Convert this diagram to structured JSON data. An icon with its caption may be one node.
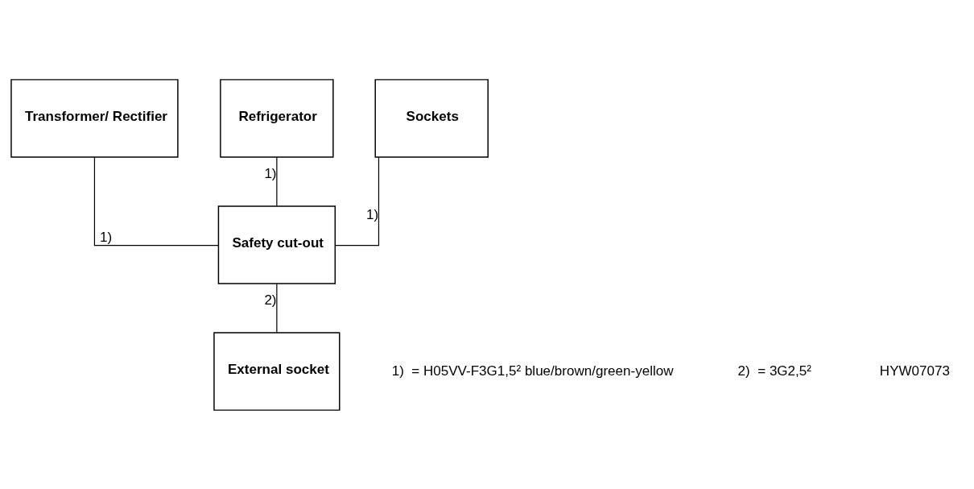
{
  "diagram": {
    "nodes": [
      {
        "text": [
          "Transformer/ Rectifier"
        ]
      },
      {
        "text": [
          "Refrigerator"
        ]
      },
      {
        "text": [
          "Sockets"
        ]
      },
      {
        "text": [
          "Safety cut-out"
        ]
      },
      {
        "text": [
          "External socket"
        ]
      }
    ],
    "edges": [
      {
        "from": 0,
        "to": 3,
        "arrow": "none",
        "label": "1)"
      },
      {
        "from": 1,
        "to": 3,
        "arrow": "none",
        "label": "1)"
      },
      {
        "from": 2,
        "to": 3,
        "arrow": "none",
        "label": "1)"
      },
      {
        "from": 3,
        "to": 4,
        "arrow": "none",
        "label": "2)"
      }
    ],
    "labels": [
      "1)  = H05VV-F3G1,5² blue/brown/green-yellow",
      "2)  = 3G2,5²",
      "HYW07073"
    ]
  }
}
